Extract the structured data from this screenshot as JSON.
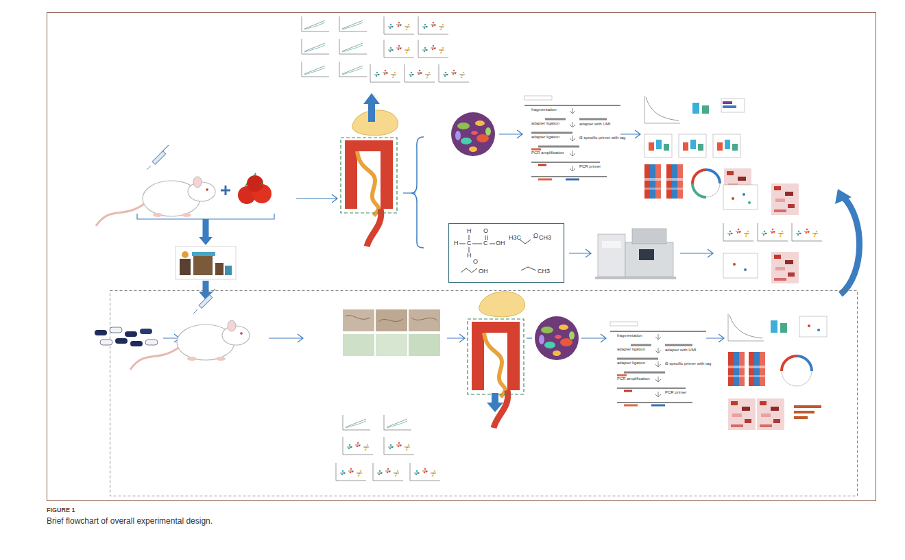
{
  "diagram": {
    "title": "FIGURE 1",
    "caption": "Brief flowchart of overall experimental design.",
    "labels": [
      "fragmentation",
      "adapter ligation",
      "adapter with UMI",
      "adapter ligation",
      "i5 specific primer with tag",
      "PCR amplification",
      "PCR primer",
      "fragmentation",
      "adapter ligation",
      "adapter with UMI",
      "adapter ligation",
      "i5 specific primer with tag",
      "PCR amplification",
      "PCR primer",
      "H",
      "H",
      "C",
      "C",
      "O",
      "OH",
      "H",
      "H3C",
      "O",
      "CH3",
      "O",
      "OH",
      "CH3"
    ]
  }
}
